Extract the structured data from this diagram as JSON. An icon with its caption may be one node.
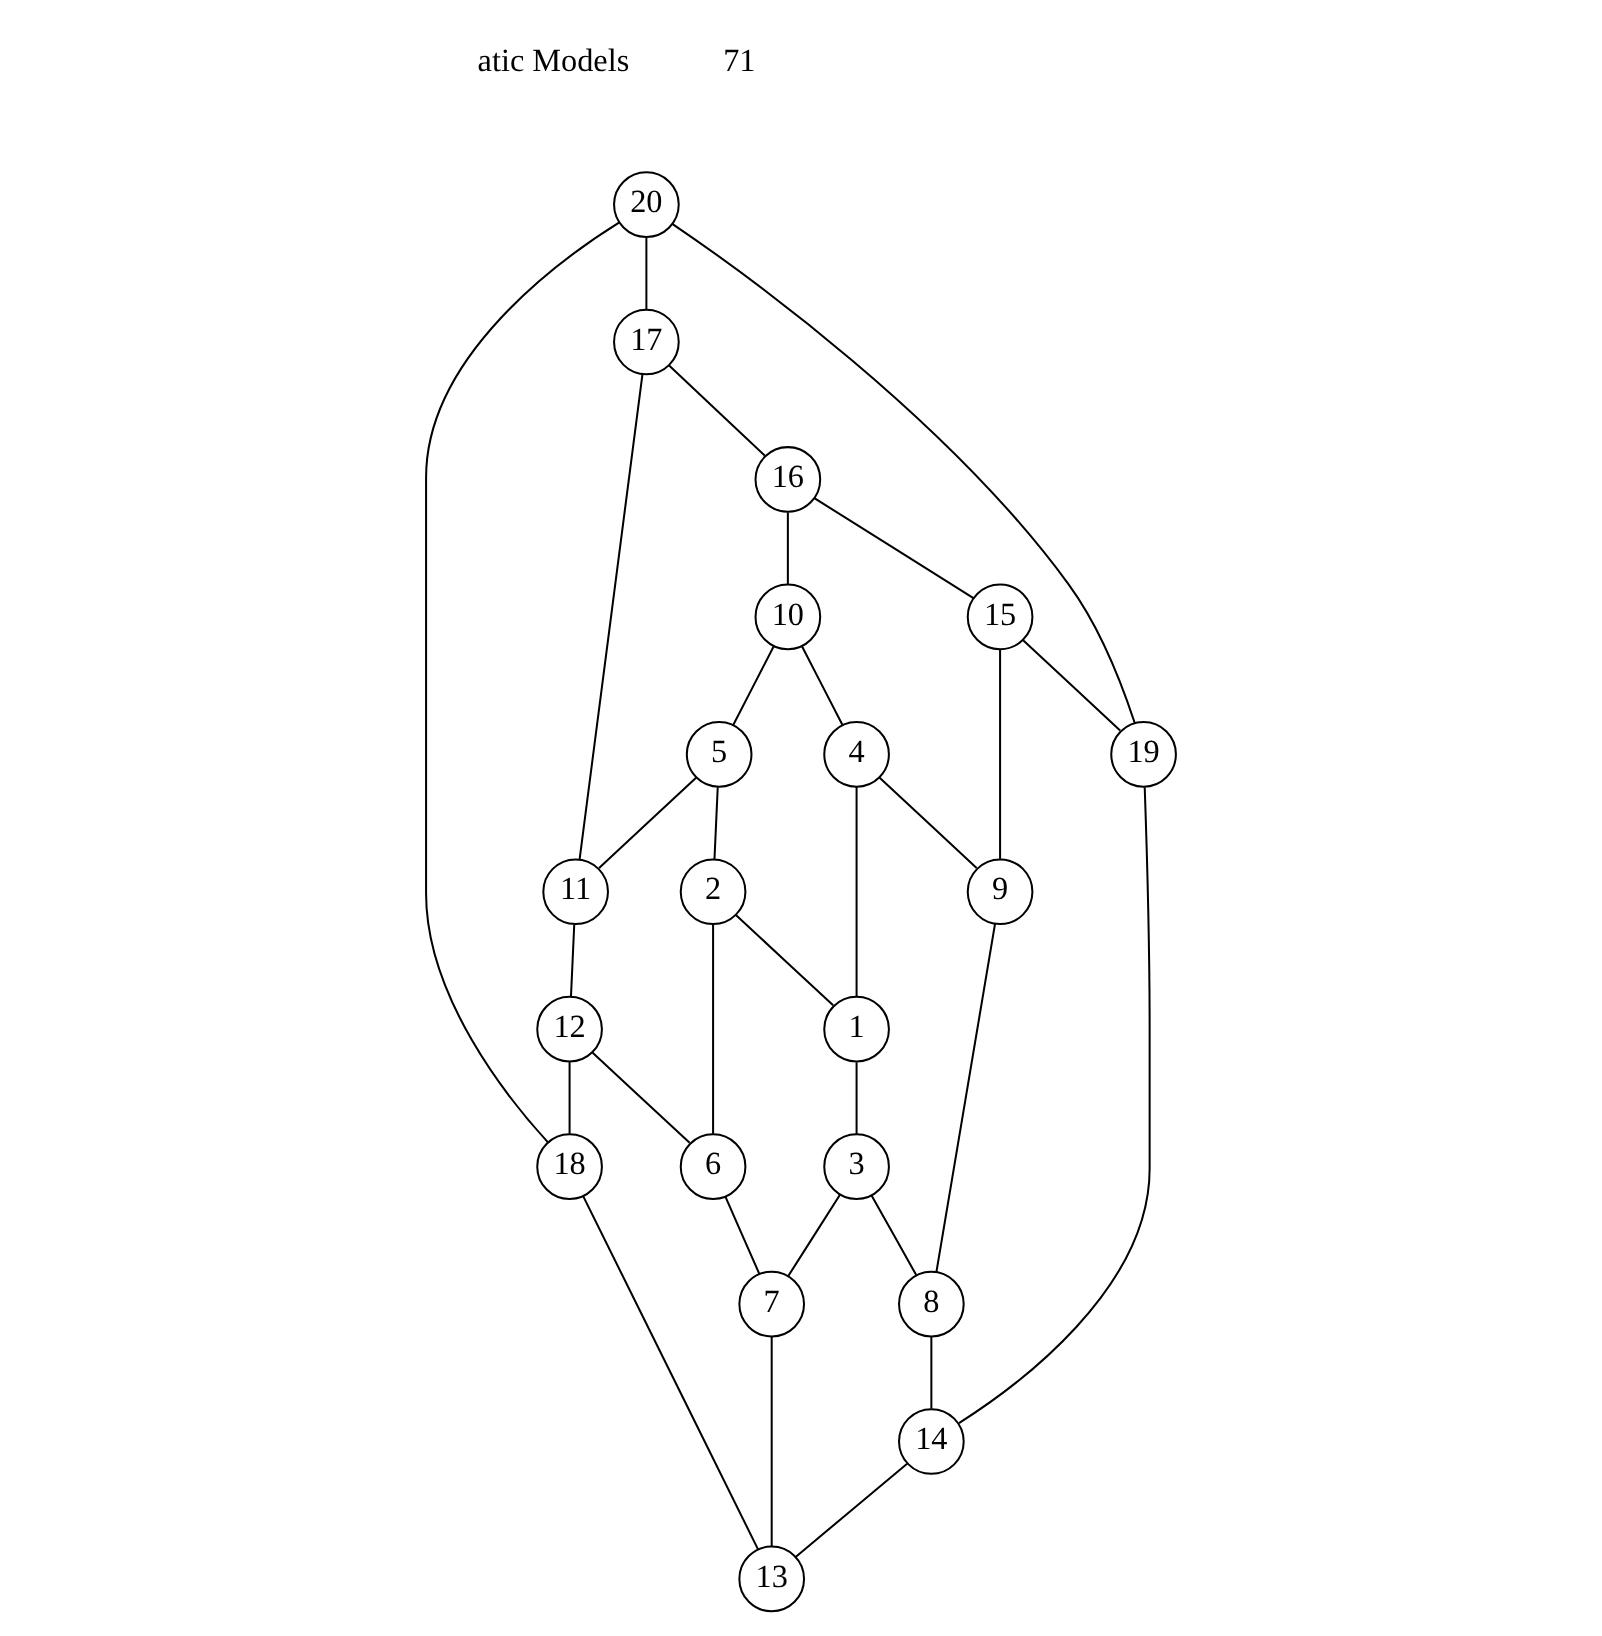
{
  "diagram": {
    "nodes": [
      {
        "text": [
          "20"
        ]
      },
      {
        "text": [
          "17"
        ]
      },
      {
        "text": [
          "16"
        ]
      },
      {
        "text": [
          "11"
        ]
      },
      {
        "text": [
          "10"
        ]
      },
      {
        "text": [
          "5"
        ]
      },
      {
        "text": [
          "15"
        ]
      },
      {
        "text": [
          "4"
        ]
      },
      {
        "text": [
          "2"
        ]
      },
      {
        "text": [
          "12"
        ]
      },
      {
        "text": [
          "9"
        ]
      },
      {
        "text": [
          "1"
        ]
      },
      {
        "text": [
          "6"
        ]
      },
      {
        "text": [
          "3"
        ]
      },
      {
        "text": [
          "19"
        ]
      },
      {
        "text": [
          "18"
        ]
      },
      {
        "text": [
          "8"
        ]
      },
      {
        "text": [
          "7"
        ]
      },
      {
        "text": [
          "14"
        ]
      },
      {
        "text": [
          "13"
        ]
      }
    ],
    "edges": [
      {
        "from": 0,
        "to": 1,
        "arrow": "none"
      },
      {
        "from": 0,
        "to": 14,
        "arrow": "none"
      },
      {
        "from": 0,
        "to": 15,
        "arrow": "none"
      },
      {
        "from": 1,
        "to": 2,
        "arrow": "none"
      },
      {
        "from": 1,
        "to": 3,
        "arrow": "none"
      },
      {
        "from": 2,
        "to": 4,
        "arrow": "none"
      },
      {
        "from": 2,
        "to": 6,
        "arrow": "none"
      },
      {
        "from": 4,
        "to": 5,
        "arrow": "none"
      },
      {
        "from": 5,
        "to": 3,
        "arrow": "none"
      },
      {
        "from": 4,
        "to": 7,
        "arrow": "none"
      },
      {
        "from": 5,
        "to": 8,
        "arrow": "none"
      },
      {
        "from": 3,
        "to": 9,
        "arrow": "none"
      },
      {
        "from": 6,
        "to": 10,
        "arrow": "none"
      },
      {
        "from": 6,
        "to": 14,
        "arrow": "none"
      },
      {
        "from": 7,
        "to": 10,
        "arrow": "none"
      },
      {
        "from": 7,
        "to": 11,
        "arrow": "none"
      },
      {
        "from": 8,
        "to": 11,
        "arrow": "none"
      },
      {
        "from": 8,
        "to": 12,
        "arrow": "none"
      },
      {
        "from": 9,
        "to": 12,
        "arrow": "none"
      },
      {
        "from": 9,
        "to": 15,
        "arrow": "none"
      },
      {
        "from": 10,
        "to": 16,
        "arrow": "none"
      },
      {
        "from": 11,
        "to": 13,
        "arrow": "none"
      },
      {
        "from": 12,
        "to": 17,
        "arrow": "none"
      },
      {
        "from": 13,
        "to": 16,
        "arrow": "none"
      },
      {
        "from": 13,
        "to": 17,
        "arrow": "none"
      },
      {
        "from": 14,
        "to": 18,
        "arrow": "none"
      },
      {
        "from": 16,
        "to": 18,
        "arrow": "none"
      },
      {
        "from": 17,
        "to": 19,
        "arrow": "none"
      },
      {
        "from": 18,
        "to": 19,
        "arrow": "none"
      },
      {
        "from": 15,
        "to": 19,
        "arrow": "none"
      }
    ],
    "labels": [
      "atic Models",
      "71"
    ]
  }
}
